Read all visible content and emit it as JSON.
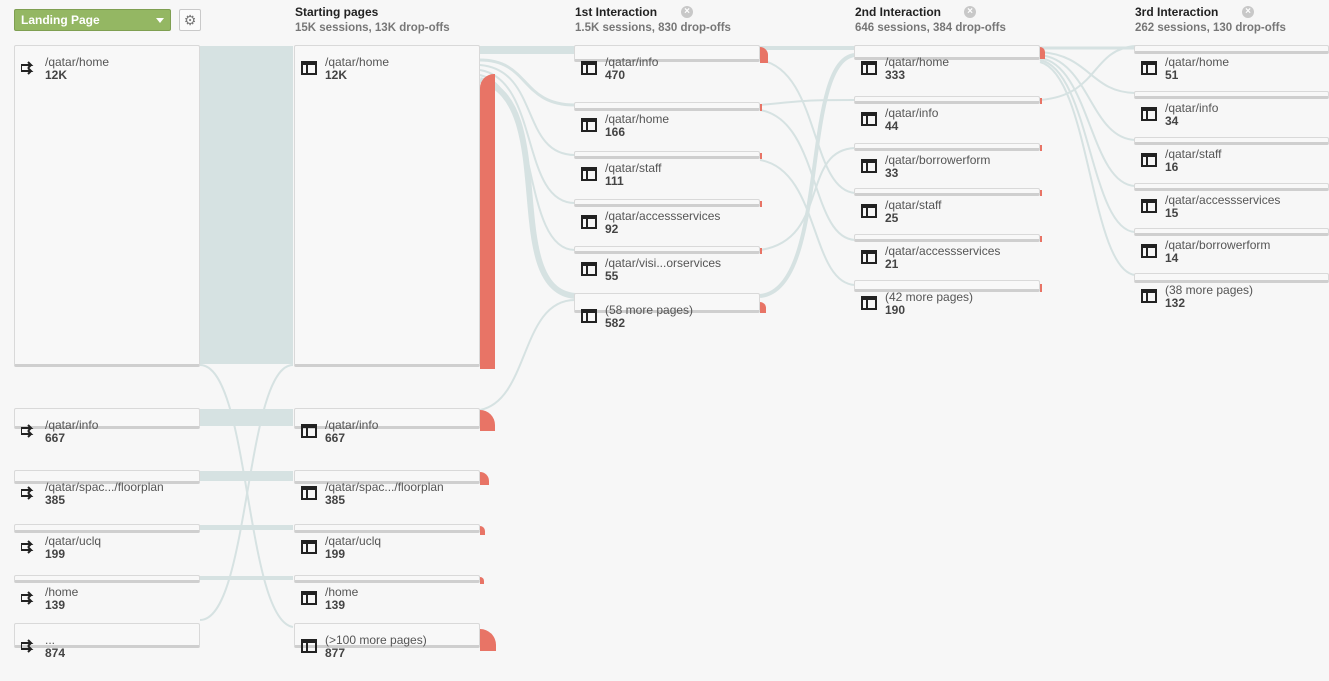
{
  "toolbar": {
    "dimension_label": "Landing Page",
    "settings_icon": "gear-icon"
  },
  "columns": [
    {
      "title": "Starting pages",
      "subtitle": "15K sessions, 13K drop-offs"
    },
    {
      "title": "1st Interaction",
      "subtitle": "1.5K sessions, 830 drop-offs"
    },
    {
      "title": "2nd Interaction",
      "subtitle": "646 sessions, 384 drop-offs"
    },
    {
      "title": "3rd Interaction",
      "subtitle": "262 sessions, 130 drop-offs"
    }
  ],
  "landing": [
    {
      "label": "/qatar/home",
      "value": "12K"
    },
    {
      "label": "/qatar/info",
      "value": "667"
    },
    {
      "label": "/qatar/spac.../floorplan",
      "value": "385"
    },
    {
      "label": "/qatar/uclq",
      "value": "199"
    },
    {
      "label": "/home",
      "value": "139"
    },
    {
      "label": "...",
      "value": "874"
    }
  ],
  "starting": [
    {
      "label": "/qatar/home",
      "value": "12K"
    },
    {
      "label": "/qatar/info",
      "value": "667"
    },
    {
      "label": "/qatar/spac.../floorplan",
      "value": "385"
    },
    {
      "label": "/qatar/uclq",
      "value": "199"
    },
    {
      "label": "/home",
      "value": "139"
    },
    {
      "label": "(>100 more pages)",
      "value": "877"
    }
  ],
  "first": [
    {
      "label": "/qatar/info",
      "value": "470"
    },
    {
      "label": "/qatar/home",
      "value": "166"
    },
    {
      "label": "/qatar/staff",
      "value": "111"
    },
    {
      "label": "/qatar/accessservices",
      "value": "92"
    },
    {
      "label": "/qatar/visi...orservices",
      "value": "55"
    },
    {
      "label": "(58 more pages)",
      "value": "582"
    }
  ],
  "second": [
    {
      "label": "/qatar/home",
      "value": "333"
    },
    {
      "label": "/qatar/info",
      "value": "44"
    },
    {
      "label": "/qatar/borrowerform",
      "value": "33"
    },
    {
      "label": "/qatar/staff",
      "value": "25"
    },
    {
      "label": "/qatar/accessservices",
      "value": "21"
    },
    {
      "label": "(42 more pages)",
      "value": "190"
    }
  ],
  "third": [
    {
      "label": "/qatar/home",
      "value": "51"
    },
    {
      "label": "/qatar/info",
      "value": "34"
    },
    {
      "label": "/qatar/staff",
      "value": "16"
    },
    {
      "label": "/qatar/accessservices",
      "value": "15"
    },
    {
      "label": "/qatar/borrowerform",
      "value": "14"
    },
    {
      "label": "(38 more pages)",
      "value": "132"
    }
  ]
}
